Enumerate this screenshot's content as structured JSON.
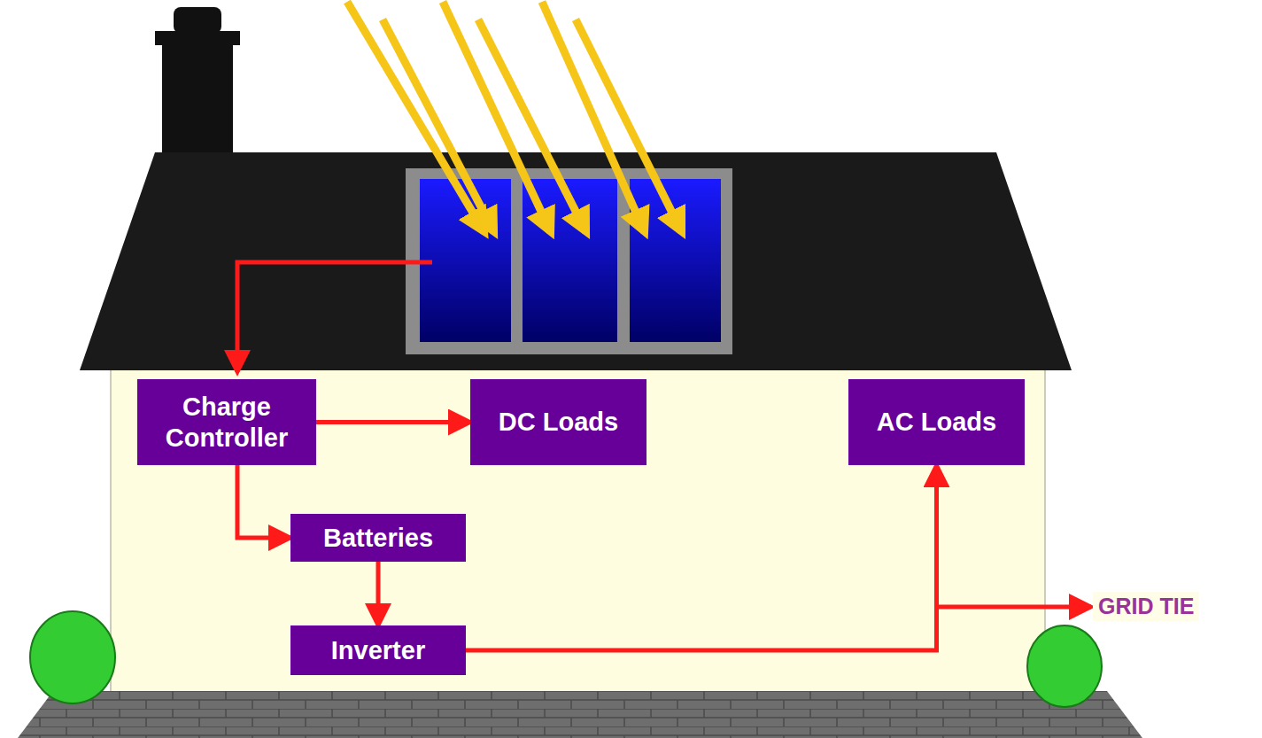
{
  "diagram": {
    "nodes": [
      {
        "text": [
          "Charge Controller"
        ]
      },
      {
        "text": [
          "DC Loads"
        ]
      },
      {
        "text": [
          "AC Loads"
        ]
      },
      {
        "text": [
          "Batteries"
        ]
      },
      {
        "text": [
          "Inverter"
        ]
      }
    ],
    "edges": [
      {
        "from": 0,
        "to": 1,
        "arrow": "to"
      },
      {
        "from": 0,
        "to": 3,
        "arrow": "to"
      },
      {
        "from": 3,
        "to": 4,
        "arrow": "to"
      },
      {
        "from": 4,
        "to": 2,
        "arrow": "to"
      }
    ],
    "labels": [
      "GRID TIE"
    ]
  }
}
